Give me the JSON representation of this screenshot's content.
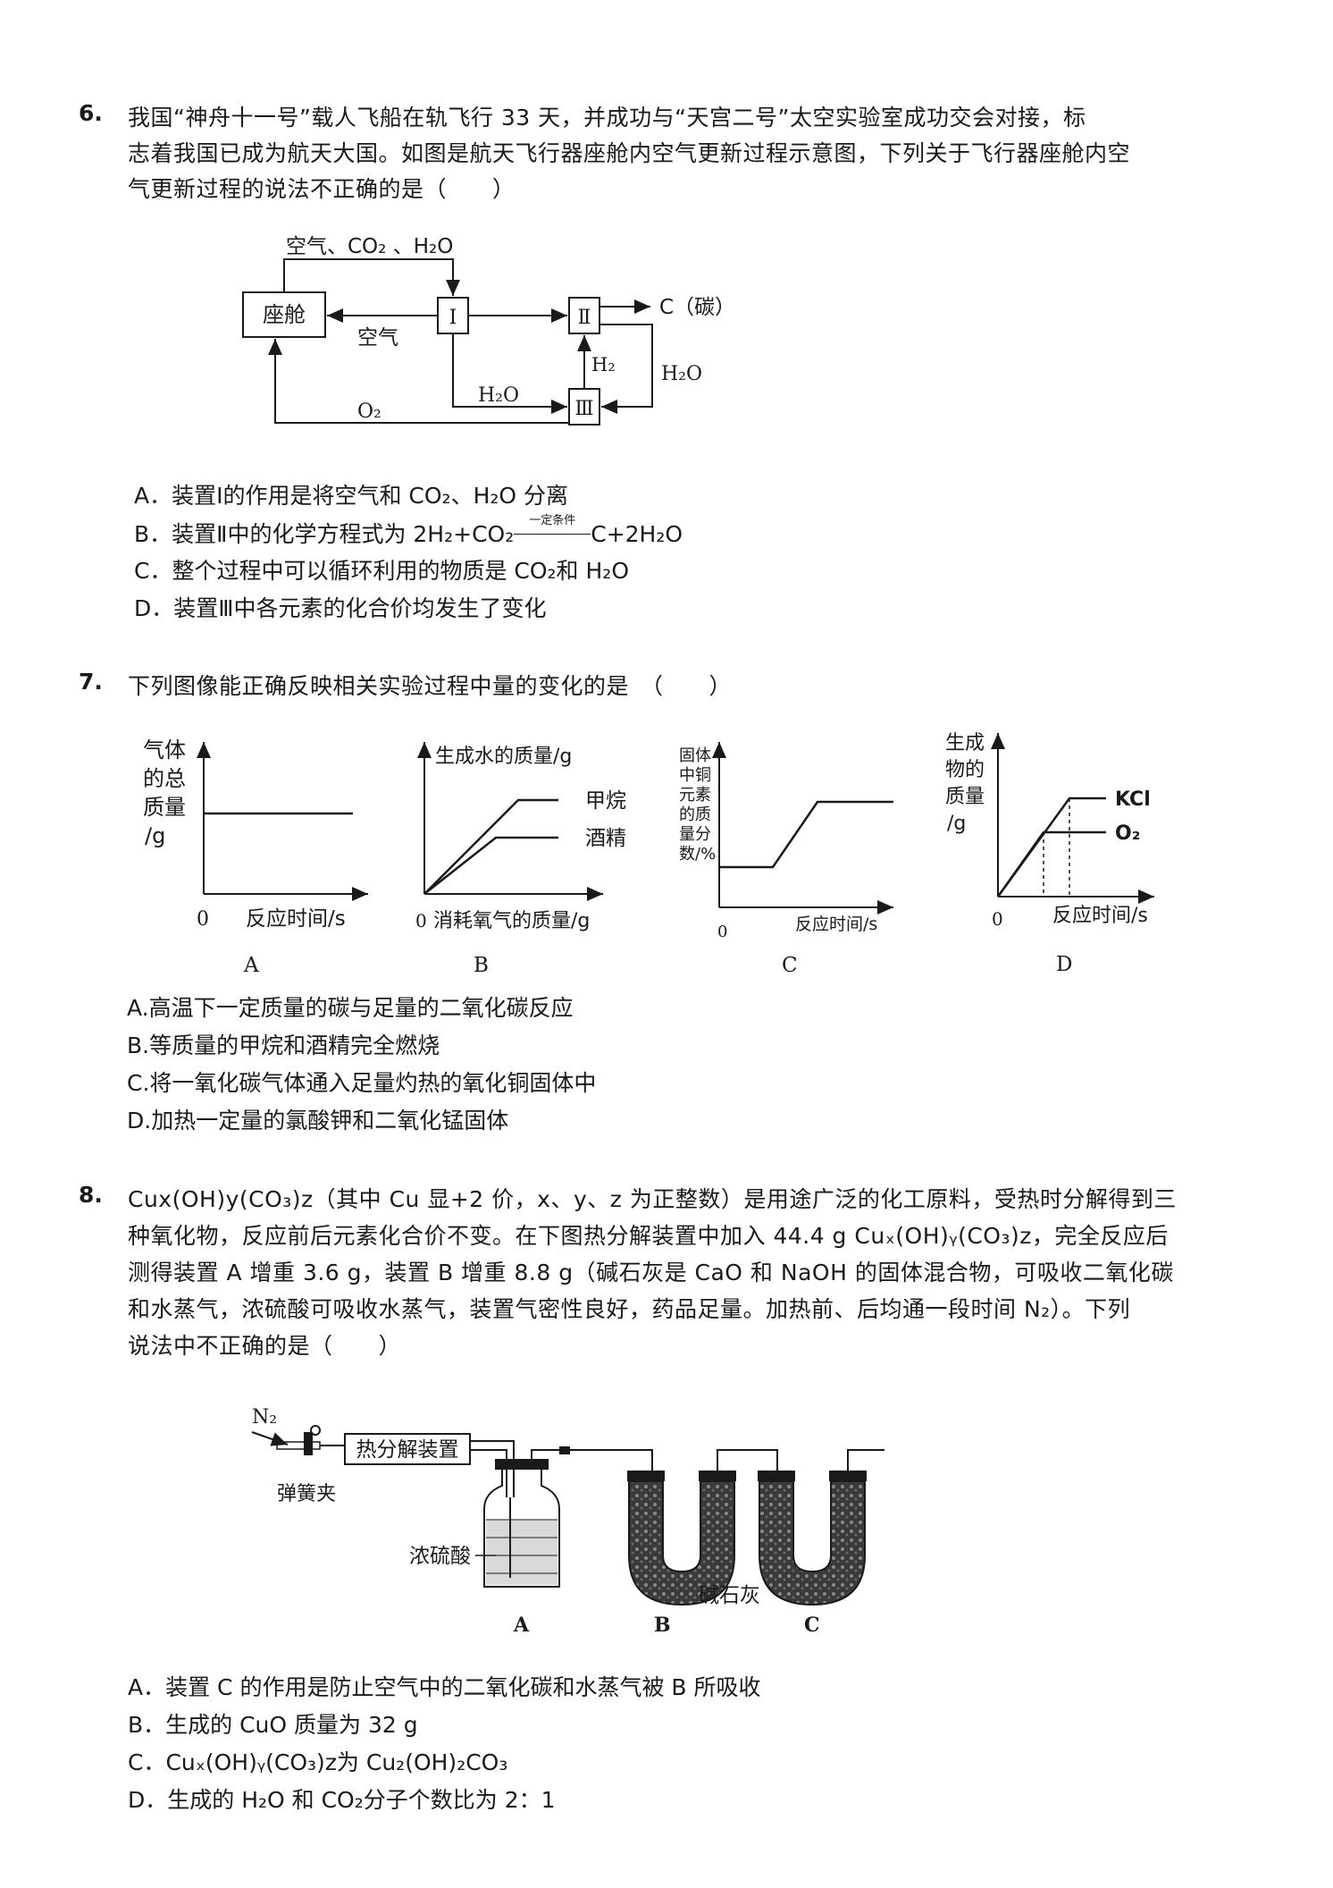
{
  "q6": {
    "number": "6.",
    "lines": [
      "我国“神舟十一号”载人飞船在轨飞行 33 天，并成功与“天宫二号”太空实验室成功交会对接，标",
      "志着我国已成为航天大国。如图是航天飞行器座舱内空气更新过程示意图，下列关于飞行器座舱内空",
      "气更新过程的说法不正确的是（　　）"
    ],
    "diagram": {
      "cabin": "座舱",
      "box1": "Ⅰ",
      "box2": "Ⅱ",
      "box3": "Ⅲ",
      "top_label": "空气、CO₂ 、H₂O",
      "air_label": "空气",
      "carbon_label": "C（碳）",
      "h2_label": "H₂",
      "h2o_right": "H₂O",
      "h2o_bottom": "H₂O",
      "o2_label": "O₂"
    },
    "options": {
      "A": "A．装置Ⅰ的作用是将空气和 CO₂、H₂O 分离",
      "B_pre": "B．装置Ⅱ中的化学方程式为 2H₂+CO₂",
      "B_cond": "一定条件",
      "B_post": "C+2H₂O",
      "C": "C．整个过程中可以循环利用的物质是 CO₂和 H₂O",
      "D": "D．装置Ⅲ中各元素的化合价均发生了变化"
    }
  },
  "q7": {
    "number": "7.",
    "stem": "下列图像能正确反映相关实验过程中量的变化的是　（　　）",
    "graphA": {
      "ylabel": [
        "气体",
        "的总",
        "质量",
        "/g"
      ],
      "origin": "0",
      "xlabel": "反应时间/s",
      "caption": "A"
    },
    "graphB": {
      "ylabel": "生成水的质量/g",
      "origin": "0",
      "xlabel": "消耗氧气的质量/g",
      "series1": "甲烷",
      "series2": "酒精",
      "caption": "B"
    },
    "graphC": {
      "ylabel": [
        "固体",
        "中铜",
        "元素",
        "的质",
        "量分",
        "数/%"
      ],
      "origin": "0",
      "xlabel": "反应时间/s",
      "caption": "C"
    },
    "graphD": {
      "ylabel": [
        "生成",
        "物的",
        "质量",
        "/g"
      ],
      "origin": "0",
      "xlabel": "反应时间/s",
      "series1": "KCl",
      "series2": "O₂",
      "caption": "D"
    },
    "options": {
      "A": "A.高温下一定质量的碳与足量的二氧化碳反应",
      "B": "B.等质量的甲烷和酒精完全燃烧",
      "C": "C.将一氧化碳气体通入足量灼热的氧化铜固体中",
      "D": "D.加热一定量的氯酸钾和二氧化锰固体"
    }
  },
  "q8": {
    "number": "8.",
    "lines": [
      "Cux(OH)y(CO₃)z（其中 Cu 显+2 价，x、y、z 为正整数）是用途广泛的化工原料，受热时分解得到三",
      "种氧化物，反应前后元素化合价不变。在下图热分解装置中加入 44.4 g Cuₓ(OH)ᵧ(CO₃)z，完全反应后",
      "测得装置 A 增重 3.6 g，装置 B 增重 8.8 g（碱石灰是 CaO 和 NaOH 的固体混合物，可吸收二氧化碳",
      "和水蒸气，浓硫酸可吸收水蒸气，装置气密性良好，药品足量。加热前、后均通一段时间 N₂）。下列",
      "说法中不正确的是（　　）"
    ],
    "apparatus": {
      "n2": "N₂",
      "heater": "热分解装置",
      "clamp": "弹簧夹",
      "acid": "浓硫酸",
      "soda_lime": "碱石灰",
      "labelA": "A",
      "labelB": "B",
      "labelC": "C"
    },
    "options": {
      "A": "A．装置 C 的作用是防止空气中的二氧化碳和水蒸气被 B 所吸收",
      "B": "B．生成的 CuO 质量为 32 g",
      "C": "C．Cuₓ(OH)ᵧ(CO₃)z为 Cu₂(OH)₂CO₃",
      "D": "D．生成的 H₂O 和 CO₂分子个数比为 2：1"
    }
  }
}
